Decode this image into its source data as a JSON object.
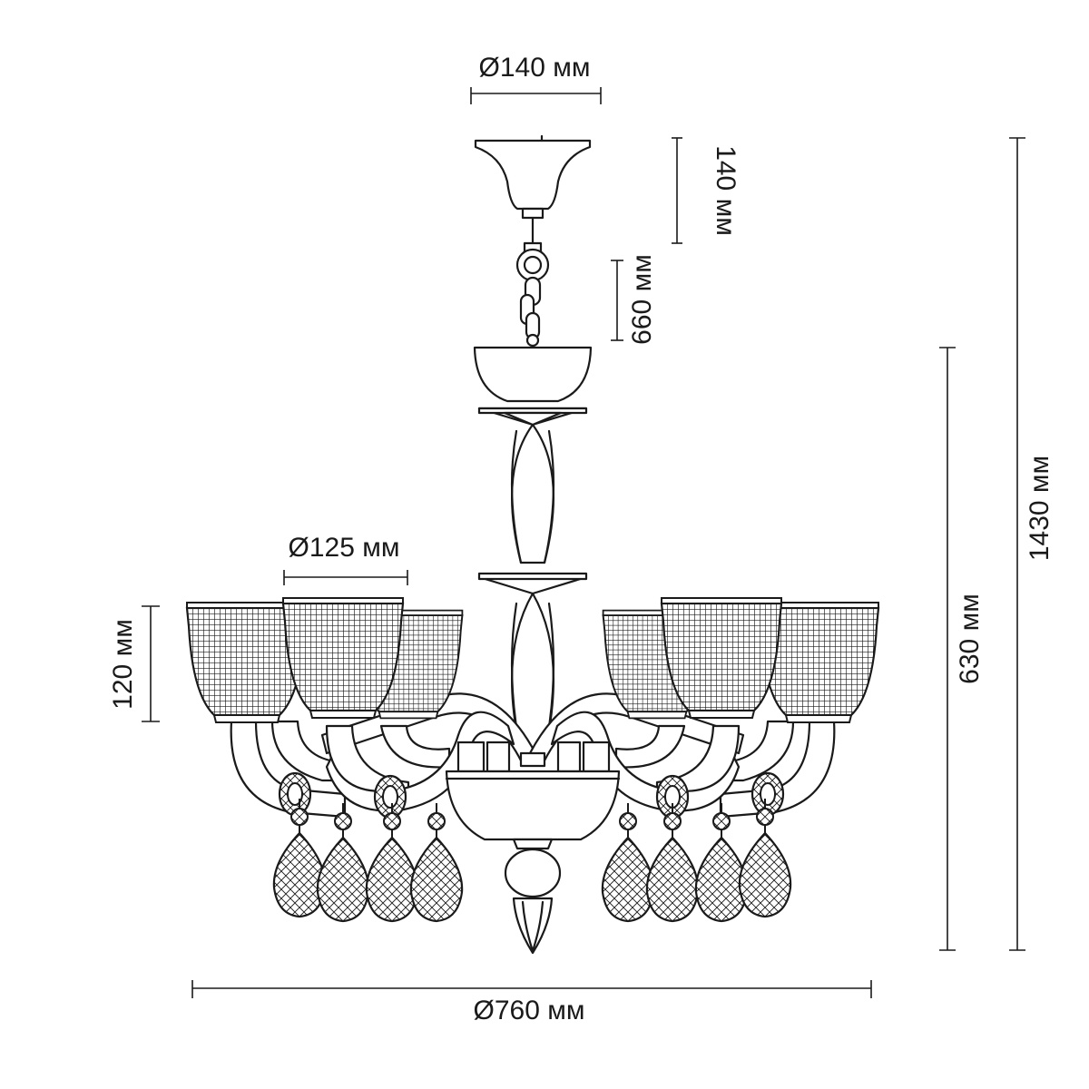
{
  "dimensions": {
    "canopy_diameter": "Ø140 мм",
    "canopy_height": "140 мм",
    "chain_length": "660 мм",
    "shade_diameter": "Ø125 мм",
    "shade_height": "120 мм",
    "body_height": "630 мм",
    "total_height": "1430 мм",
    "total_diameter": "Ø760 мм"
  },
  "colors": {
    "line": "#1a1a1a",
    "background": "#ffffff"
  }
}
